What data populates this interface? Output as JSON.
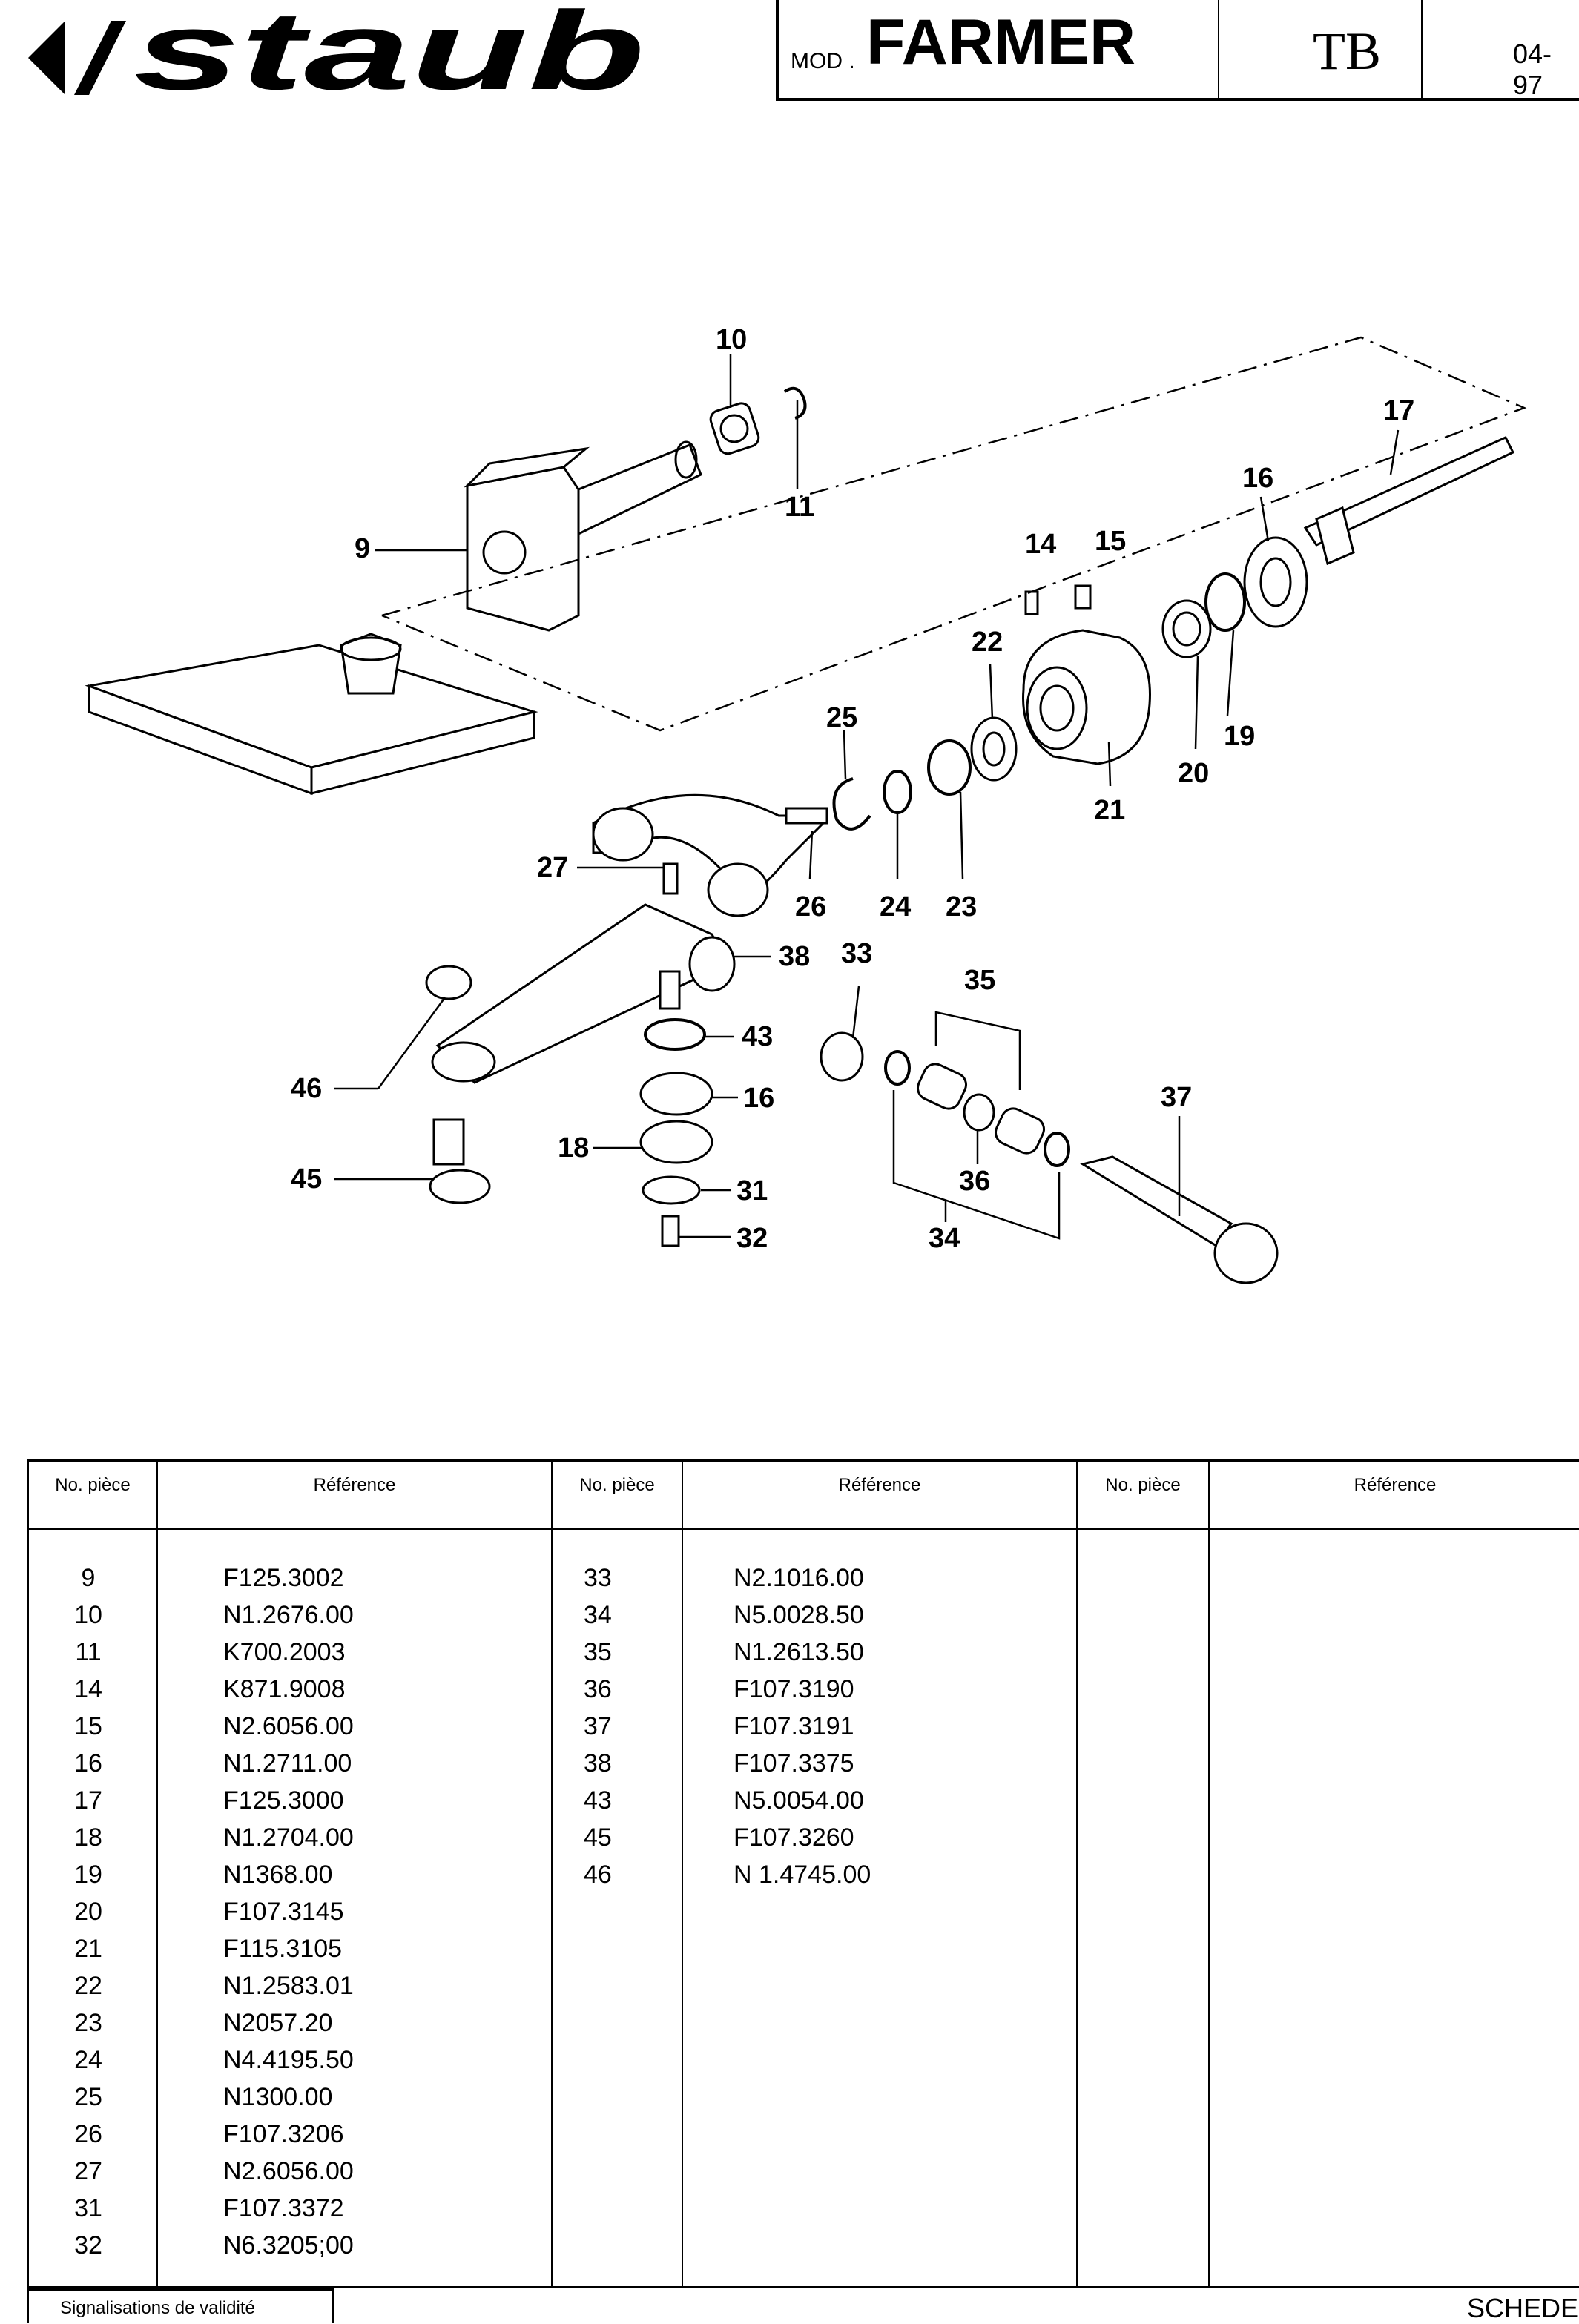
{
  "header": {
    "logo_text": "staub",
    "mod_label": "MOD .",
    "model": "FARMER",
    "code": "TB",
    "date": "04-97"
  },
  "callouts": [
    "10",
    "11",
    "9",
    "17",
    "16",
    "14",
    "15",
    "22",
    "25",
    "19",
    "20",
    "21",
    "27",
    "26",
    "24",
    "23",
    "38",
    "33",
    "35",
    "43",
    "46",
    "16",
    "18",
    "31",
    "32",
    "37",
    "36",
    "45",
    "34"
  ],
  "table": {
    "header_number": "No. pièce",
    "header_reference": "Référence",
    "columns": [
      {
        "numbers": [
          "9",
          "10",
          "11",
          "14",
          "15",
          "16",
          "17",
          "18",
          "19",
          "20",
          "21",
          "22",
          "23",
          "24",
          "25",
          "26",
          "27",
          "31",
          "32"
        ],
        "references": [
          "F125.3002",
          "N1.2676.00",
          "K700.2003",
          "K871.9008",
          "N2.6056.00",
          "N1.2711.00",
          "F125.3000",
          "N1.2704.00",
          "N1368.00",
          "F107.3145",
          "F115.3105",
          "N1.2583.01",
          "N2057.20",
          "N4.4195.50",
          "N1300.00",
          "F107.3206",
          "N2.6056.00",
          "F107.3372",
          "N6.3205;00"
        ]
      },
      {
        "numbers": [
          "33",
          "34",
          "35",
          "36",
          "37",
          "38",
          "43",
          "45",
          "46"
        ],
        "references": [
          "N2.1016.00",
          "N5.0028.50",
          "N1.2613.50",
          "F107.3190",
          "F107.3191",
          "F107.3375",
          "N5.0054.00",
          "F107.3260",
          "N 1.4745.00"
        ]
      },
      {
        "numbers": [],
        "references": []
      }
    ]
  },
  "footer": {
    "validity_label": "Signalisations de validité",
    "right_text": "SCHEDE"
  }
}
